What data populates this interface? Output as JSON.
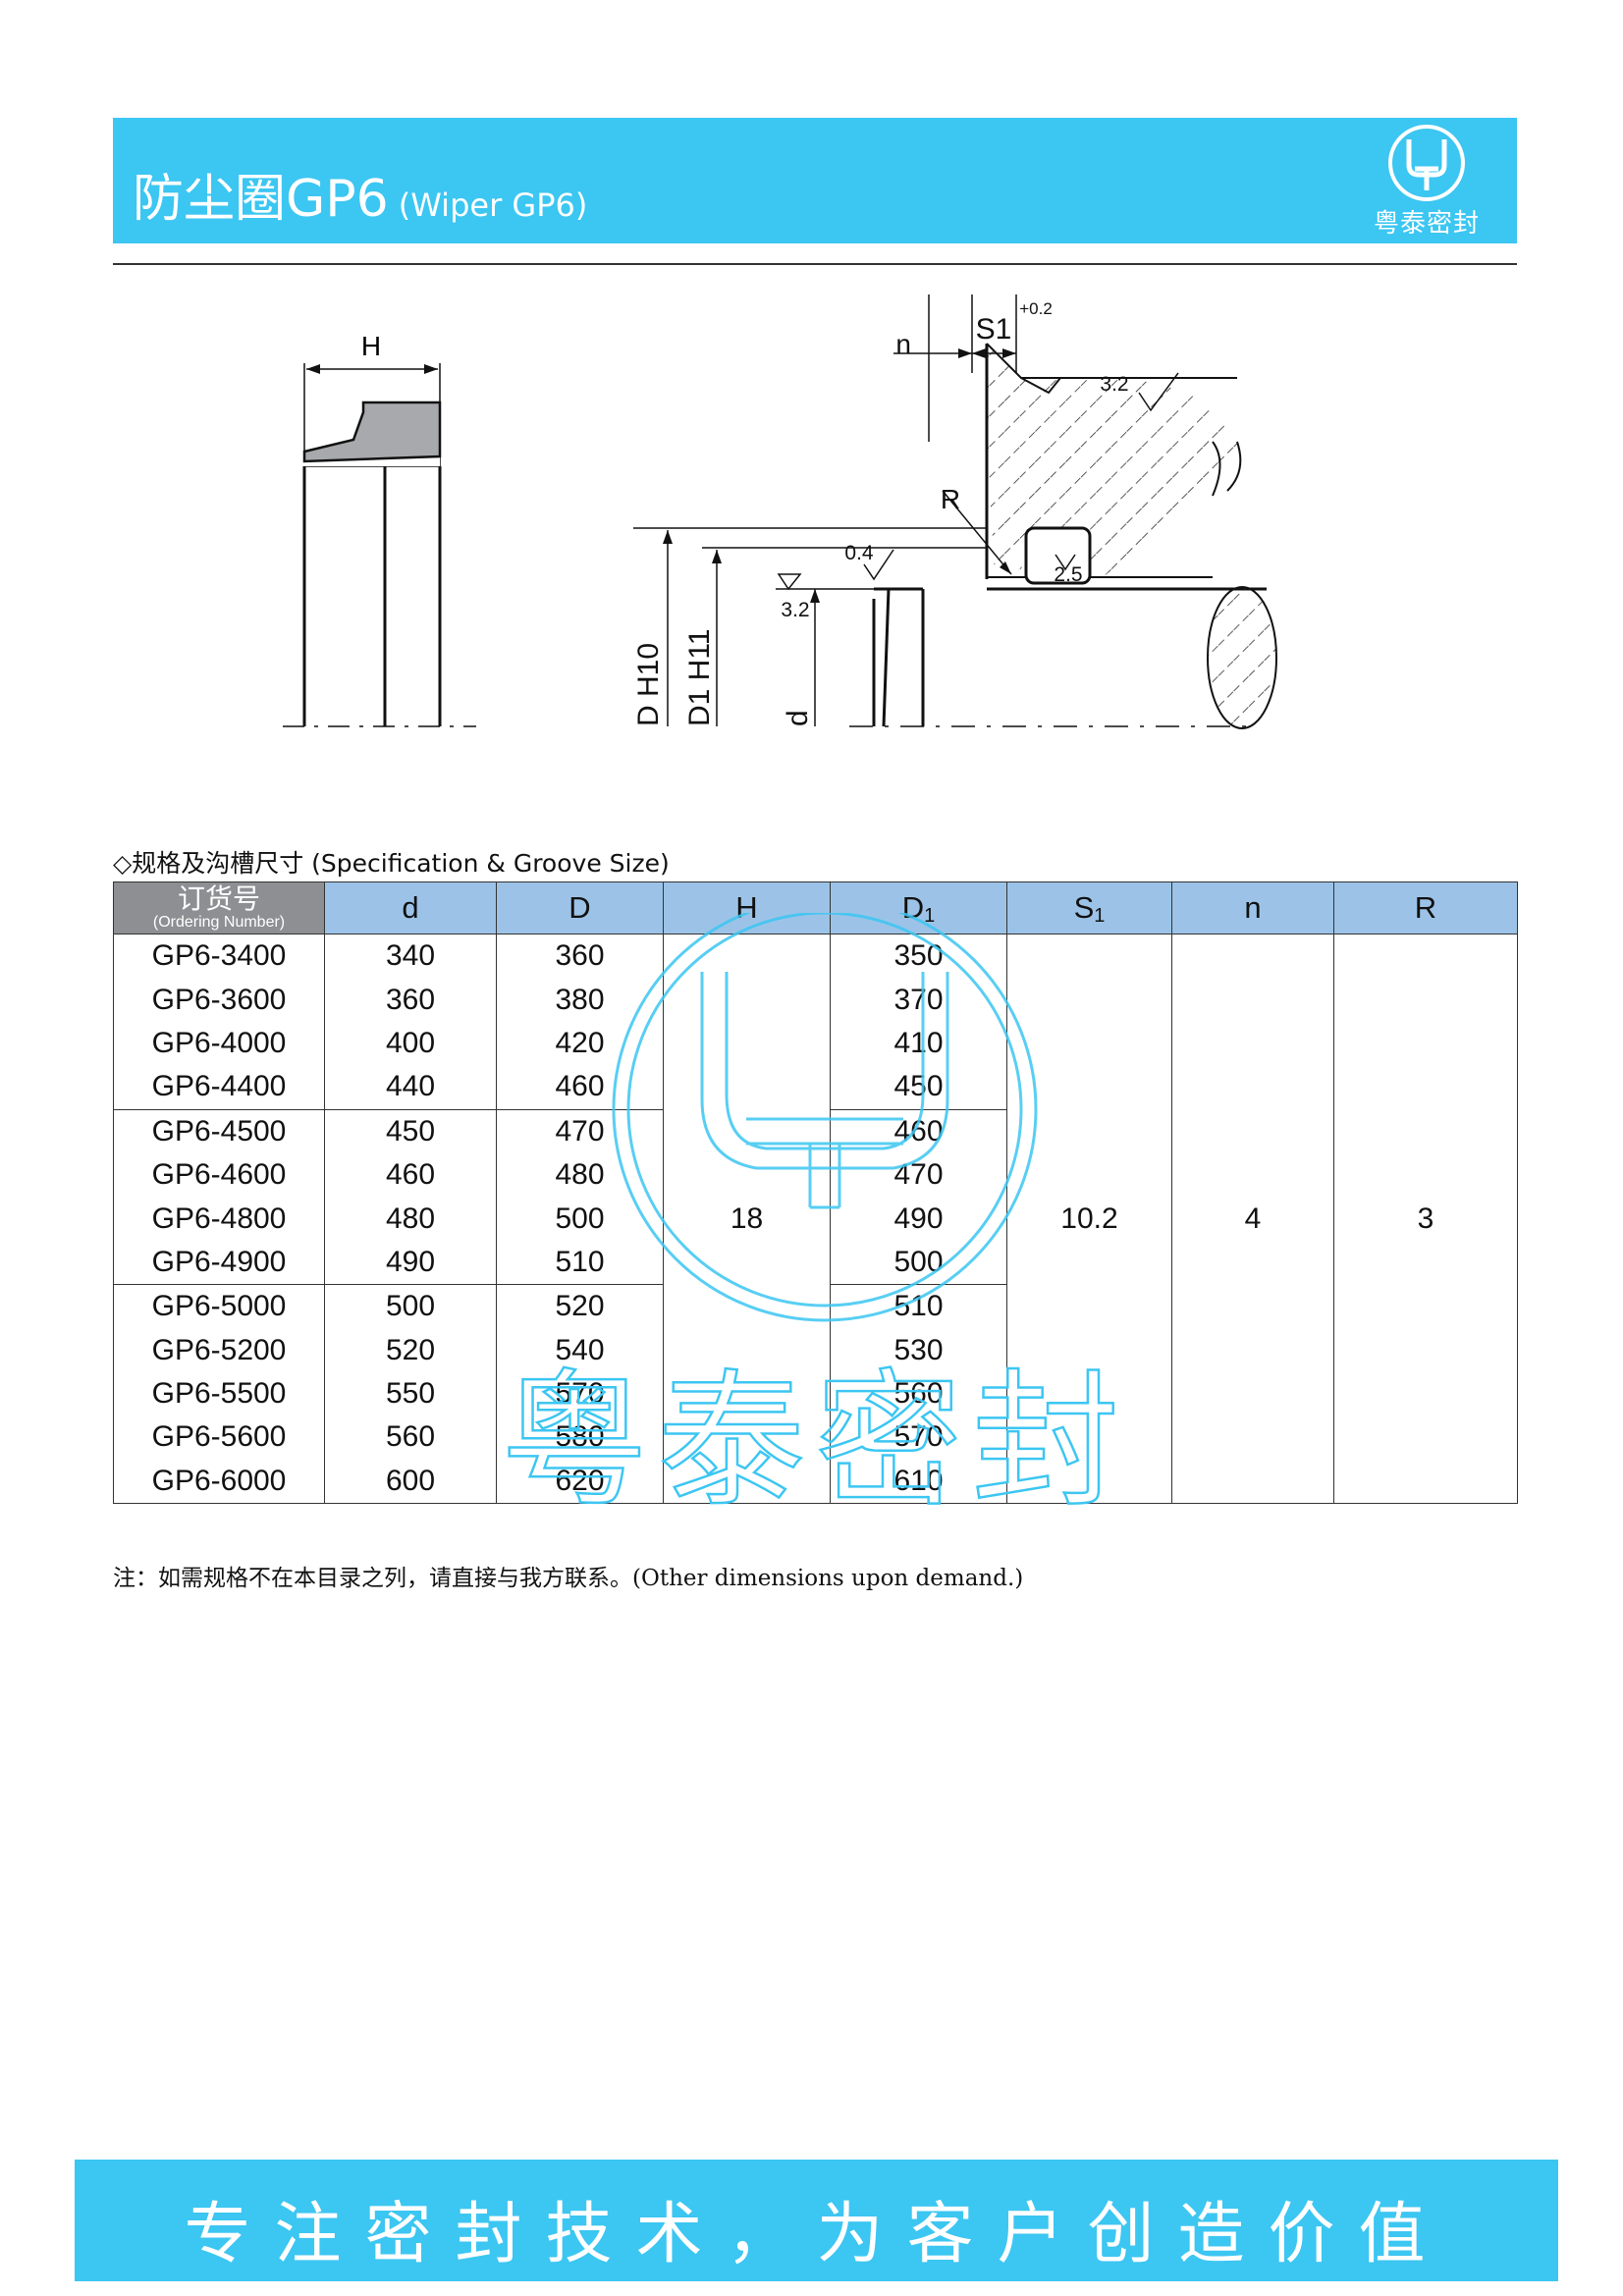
{
  "header": {
    "title": "防尘圈GP6",
    "subtitle": "(Wiper GP6)",
    "brand_name": "粤泰密封"
  },
  "drawing": {
    "labels": {
      "h": "H",
      "n": "n",
      "s1": "S1",
      "s1_tol": "+0.2",
      "r": "R",
      "rough_top": "3.2",
      "rough_left": "3.2",
      "rough_groove": "2.5",
      "rough_04": "0.4",
      "d_dim": "D H10",
      "d1_dim": "D1 H11",
      "d_small": "d"
    }
  },
  "section": {
    "heading": "◇规格及沟槽尺寸 (Specification & Groove Size)"
  },
  "table": {
    "order_header_cn": "订货号",
    "order_header_en": "(Ordering Number)",
    "headers": {
      "d": "d",
      "D": "D",
      "H": "H",
      "D1_base": "D",
      "D1_sub": "1",
      "S1_base": "S",
      "S1_sub": "1",
      "n": "n",
      "R": "R"
    },
    "rows": [
      {
        "code": "GP6-3400",
        "d": "340",
        "D": "360",
        "D1": "350"
      },
      {
        "code": "GP6-3600",
        "d": "360",
        "D": "380",
        "D1": "370"
      },
      {
        "code": "GP6-4000",
        "d": "400",
        "D": "420",
        "D1": "410"
      },
      {
        "code": "GP6-4400",
        "d": "440",
        "D": "460",
        "D1": "450"
      },
      {
        "code": "GP6-4500",
        "d": "450",
        "D": "470",
        "D1": "460"
      },
      {
        "code": "GP6-4600",
        "d": "460",
        "D": "480",
        "D1": "470"
      },
      {
        "code": "GP6-4800",
        "d": "480",
        "D": "500",
        "D1": "490"
      },
      {
        "code": "GP6-4900",
        "d": "490",
        "D": "510",
        "D1": "500"
      },
      {
        "code": "GP6-5000",
        "d": "500",
        "D": "520",
        "D1": "510"
      },
      {
        "code": "GP6-5200",
        "d": "520",
        "D": "540",
        "D1": "530"
      },
      {
        "code": "GP6-5500",
        "d": "550",
        "D": "570",
        "D1": "560"
      },
      {
        "code": "GP6-5600",
        "d": "560",
        "D": "580",
        "D1": "570"
      },
      {
        "code": "GP6-6000",
        "d": "600",
        "D": "620",
        "D1": "610"
      }
    ],
    "merged": {
      "H": "18",
      "S1": "10.2",
      "n": "4",
      "R": "3"
    }
  },
  "watermark": {
    "text": "粤泰密封"
  },
  "note": "注：如需规格不在本目录之列，请直接与我方联系。(Other dimensions upon demand.)",
  "footer": {
    "slogan": "专注密封技术，为客户创造价值"
  },
  "colors": {
    "header_bg": "#3cc6f2",
    "table_header_bg": "#9cc3e7",
    "order_header_bg": "#8d8f92",
    "watermark": "#3cc6f2",
    "seal_fill": "#a7a9ac"
  }
}
